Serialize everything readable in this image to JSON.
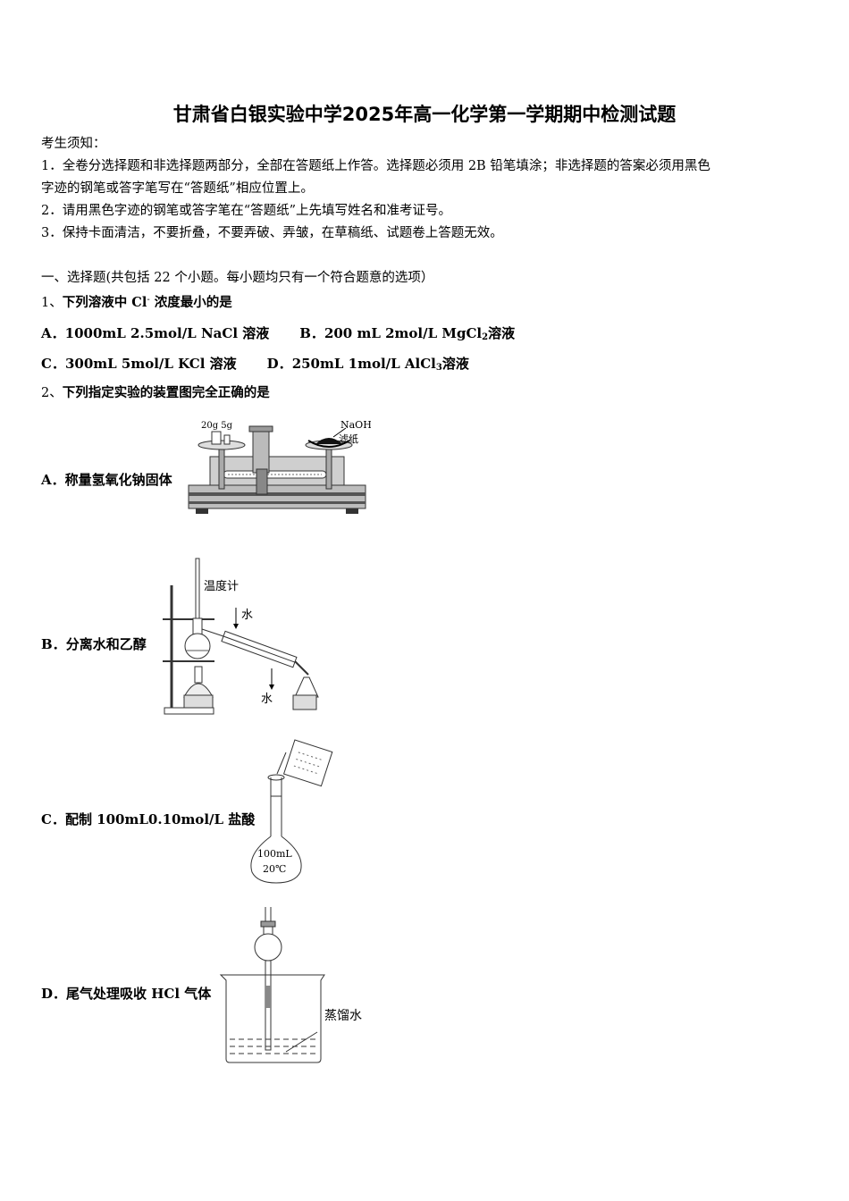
{
  "document": {
    "title": "甘肃省白银实验中学2025年高一化学第一学期期中检测试题",
    "notice": {
      "heading": "考生须知：",
      "items": [
        "1．全卷分选择题和非选择题两部分，全部在答题纸上作答。选择题必须用 2B 铅笔填涂；非选择题的答案必须用黑色",
        "字迹的钢笔或答字笔写在“答题纸”相应位置上。",
        "2．请用黑色字迹的钢笔或答字笔在“答题纸”上先填写姓名和准考证号。",
        "3．保持卡面清洁，不要折叠，不要弄破、弄皱，在草稿纸、试题卷上答题无效。"
      ]
    },
    "section": {
      "heading": "一、选择题(共包括 22 个小题。每小题均只有一个符合题意的选项）"
    },
    "questions": [
      {
        "number": "1、",
        "stem_prefix": "下列溶液中 Cl",
        "stem_sup": "-",
        "stem_suffix": " 浓度最小的是",
        "options": [
          {
            "letter": "A．",
            "text": "1000mL 2.5mol/L NaCl 溶液"
          },
          {
            "letter": "B．",
            "text_prefix": "200 mL 2mol/L MgCl",
            "sub": "2",
            "text_suffix": "溶液"
          },
          {
            "letter": "C．",
            "text": "300mL 5mol/L KCl 溶液"
          },
          {
            "letter": "D．",
            "text_prefix": "250mL 1mol/L AlCl",
            "sub": "3",
            "text_suffix": "溶液"
          }
        ]
      },
      {
        "number": "2、",
        "stem": "下列指定实验的装置图完全正确的是",
        "options": [
          {
            "letter": "A．",
            "text": "称量氢氧化钠固体",
            "figure_labels": [
              "20g 5g",
              "NaOH",
              "滤纸"
            ]
          },
          {
            "letter": "B．",
            "text": "分离水和乙醇",
            "figure_labels": [
              "温度计",
              "水",
              "水"
            ]
          },
          {
            "letter": "C．",
            "text": "配制 100mL0.10mol/L 盐酸",
            "figure_labels": [
              "100mL",
              "20℃"
            ]
          },
          {
            "letter": "D．",
            "text": "尾气处理吸收 HCl 气体",
            "figure_labels": [
              "蒸馏水"
            ]
          }
        ]
      }
    ]
  }
}
